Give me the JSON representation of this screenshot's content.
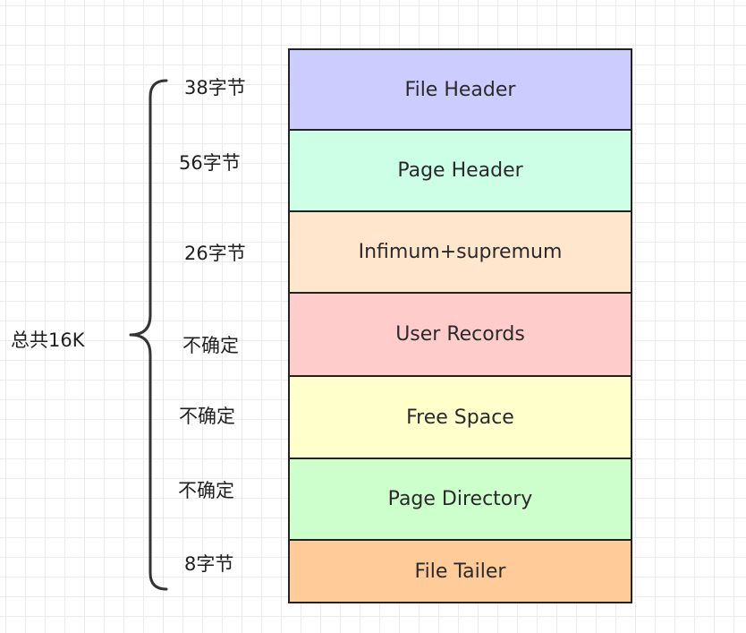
{
  "total_label": "总共16K",
  "blocks": [
    {
      "label": "File Header",
      "size": "38字节",
      "color": "#ccccff"
    },
    {
      "label": "Page Header",
      "size": "56字节",
      "color": "#ccffe6"
    },
    {
      "label": "Infimum+supremum",
      "size": "26字节",
      "color": "#ffe6cc"
    },
    {
      "label": "User Records",
      "size": "不确定",
      "color": "#ffcccc"
    },
    {
      "label": "Free Space",
      "size": "不确定",
      "color": "#ffffcc"
    },
    {
      "label": "Page Directory",
      "size": "不确定",
      "color": "#ccffcc"
    },
    {
      "label": "File Tailer",
      "size": "8字节",
      "color": "#ffcc99"
    }
  ]
}
